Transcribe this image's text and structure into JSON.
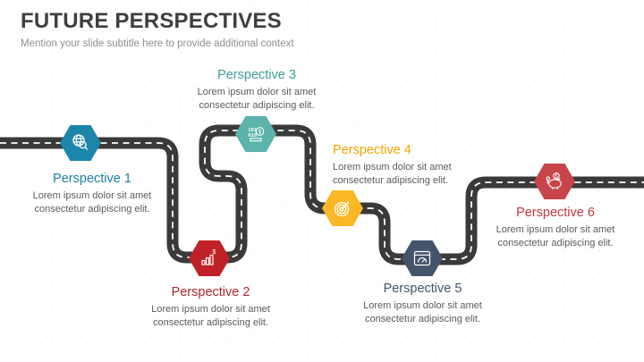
{
  "slide": {
    "title": "FUTURE PERSPECTIVES",
    "subtitle": "Mention your slide subtitle here to provide additional context"
  },
  "road": {
    "asphalt_color": "#3a3a3a",
    "centerline_color": "#ffffff"
  },
  "perspectives": [
    {
      "label": "Perspective 1",
      "description": "Lorem ipsum dolor sit amet consectetur adipiscing elit.",
      "title_color": "#1f7ea3",
      "hex_fill": "#1c86aa",
      "icon": "globe-search-icon"
    },
    {
      "label": "Perspective 2",
      "description": "Lorem ipsum dolor sit amet consectetur adipiscing elit.",
      "title_color": "#b2262c",
      "hex_fill": "#c02127",
      "icon": "growth-chart-dollar-icon"
    },
    {
      "label": "Perspective 3",
      "description": "Lorem ipsum dolor sit amet consectetur adipiscing elit.",
      "title_color": "#3f9e96",
      "hex_fill": "#5bb3ab",
      "icon": "binary-data-money-icon"
    },
    {
      "label": "Perspective 4",
      "description": "Lorem ipsum dolor sit amet consectetur adipiscing elit.",
      "title_color": "#f2a400",
      "hex_fill": "#fcb725",
      "icon": "target-arrow-icon"
    },
    {
      "label": "Perspective 5",
      "description": "Lorem ipsum dolor sit amet consectetur adipiscing elit.",
      "title_color": "#44546a",
      "hex_fill": "#44546a",
      "icon": "dashboard-gauge-icon"
    },
    {
      "label": "Perspective 6",
      "description": "Lorem ipsum dolor sit amet consectetur adipiscing elit.",
      "title_color": "#c4383f",
      "hex_fill": "#c7444a",
      "icon": "piggy-bank-savings-icon"
    }
  ]
}
